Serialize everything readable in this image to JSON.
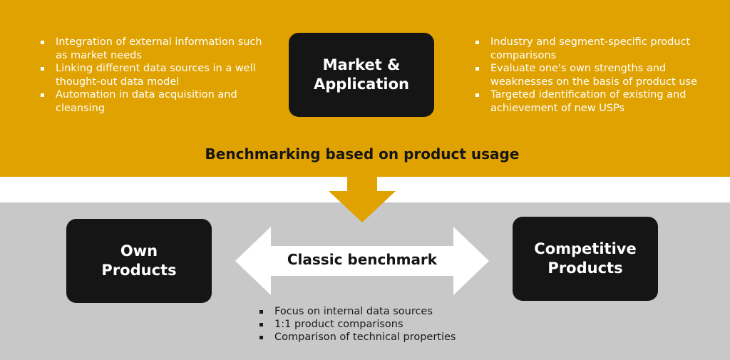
{
  "top_band": {
    "left_bullets": [
      "Integration of external information such as market needs",
      "Linking different data sources in a well thought-out data model",
      "Automation in data acquisition and cleansing"
    ],
    "market_box": {
      "line1": "Market &",
      "line2": "Application"
    },
    "right_bullets": [
      "Industry and segment-specific product comparisons",
      "Evaluate one's own strengths and weaknesses on the basis of product use",
      "Targeted identification of existing and achievement of new USPs"
    ],
    "heading": "Benchmarking based on product usage"
  },
  "bottom_band": {
    "own_box": {
      "line1": "Own",
      "line2": "Products"
    },
    "classic_label": "Classic benchmark",
    "competitive_box": {
      "line1": "Competitive",
      "line2": "Products"
    },
    "bullets": [
      "Focus on internal data sources",
      "1:1 product comparisons",
      "Comparison of technical properties"
    ]
  },
  "colors": {
    "accent_gold": "#e0a200",
    "box_dark": "#151515",
    "panel_gray": "#c8c8c8",
    "arrow_white": "#ffffff"
  }
}
